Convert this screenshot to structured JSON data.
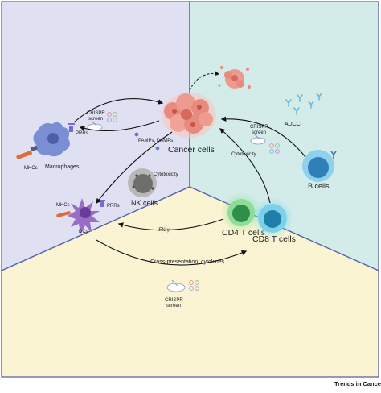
{
  "labels": {
    "cancer_cells": "Cancer cells",
    "macrophages": "Macrophages",
    "prrs_top": "PRRs",
    "mhcs_top": "MHCs",
    "crispr_top_1": "CRISPR",
    "crispr_top_2": "screen",
    "pamps": "PAMPs, DAMPs",
    "nk_cells": "NK cells",
    "cytotoxicity_nk": "Cytotoxicity",
    "dcs": "DCs",
    "mhcs_dc": "MHCs",
    "prrs_dc": "PRRs",
    "crispr_right_1": "CRISPR",
    "crispr_right_2": "screen",
    "cytotoxicity_t": "Cytotoxicity",
    "adcc": "ADCC",
    "b_cells": "B cells",
    "cd4": "CD4 T cells",
    "cd8": "CD8 T cells",
    "ifn": "IFN-γ",
    "cross_presentation": "Cross-presentation, cytokines",
    "crispr_bottom_1": "CRISPR",
    "crispr_bottom_2": "screen"
  },
  "brand": "Trends in Cancer",
  "colors": {
    "panel_left": "#dfe1f2",
    "panel_right": "#d4ece9",
    "panel_bottom": "#fbf4d3",
    "panel_border": "#5661a8",
    "cancer": "#e88b7f",
    "macrophage": "#7a8ed4",
    "dc": "#9a6dc4",
    "nk": "#9a9a9a",
    "cd4": "#6cc07a",
    "cd8": "#55c0d8",
    "b_cell": "#56b3de"
  }
}
